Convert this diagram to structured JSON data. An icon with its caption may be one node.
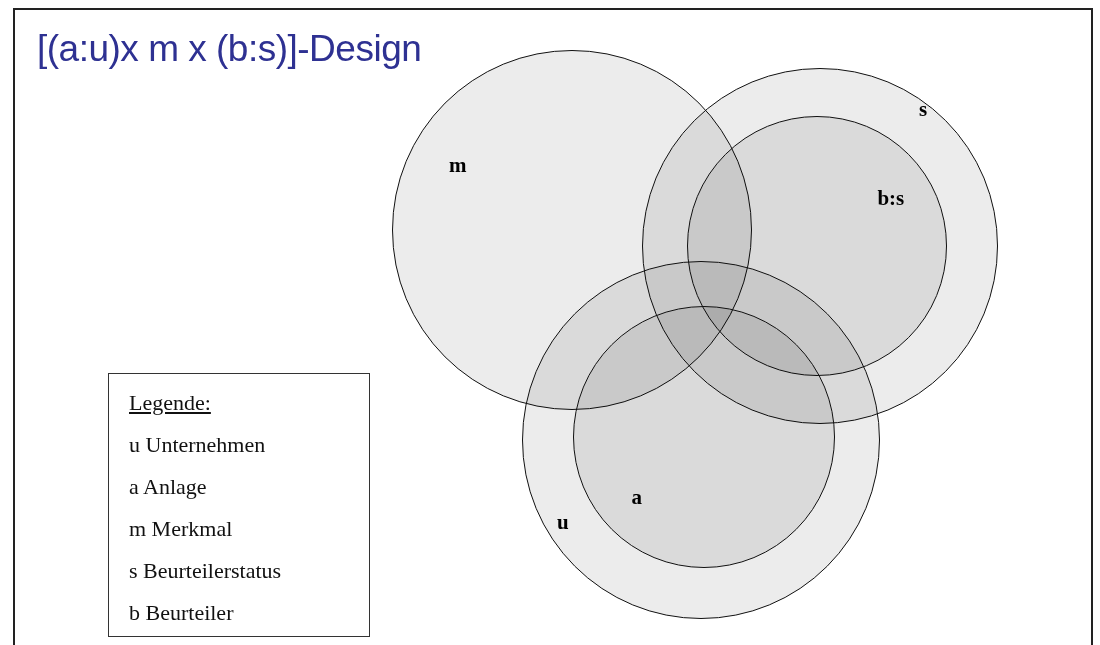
{
  "diagram": {
    "title": "[(a:u)x m x (b:s)]-Design",
    "nodes": [
      {
        "text": [
          "m"
        ]
      },
      {
        "text": [
          "s"
        ]
      },
      {
        "text": [
          "b:s"
        ],
        "in": 1
      },
      {
        "text": [
          "u"
        ]
      },
      {
        "text": [
          "a"
        ],
        "in": 3
      }
    ],
    "labels": [
      "Legende:"
    ],
    "legend": [
      {
        "text": "u Unternehmen"
      },
      {
        "text": "a Anlage"
      },
      {
        "text": "m Merkmal"
      },
      {
        "text": "s Beurteilerstatus"
      },
      {
        "text": "b Beurteiler"
      }
    ]
  }
}
